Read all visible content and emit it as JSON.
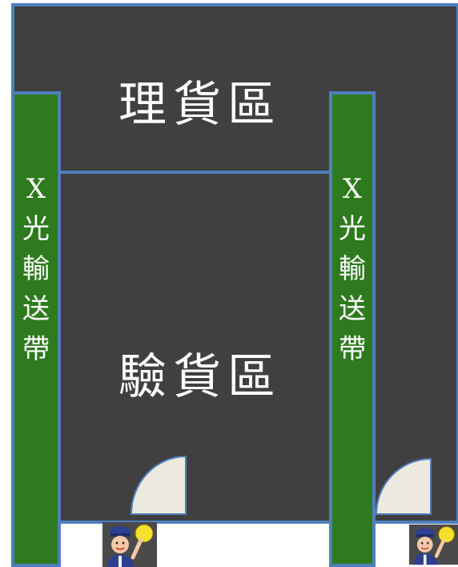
{
  "areas": {
    "sorting_area": {
      "label": "理貨區"
    },
    "inspection_area": {
      "label": "驗貨區"
    }
  },
  "belts": {
    "left": {
      "chars": [
        "X",
        "光",
        "輸",
        "送",
        "帶"
      ]
    },
    "right": {
      "chars": [
        "X",
        "光",
        "輸",
        "送",
        "帶"
      ]
    }
  },
  "colors": {
    "floor": "#404040",
    "wall": "#4f7fbf",
    "belt": "#2e7a1e",
    "door": "#ece9df",
    "label": "#ffffff"
  },
  "icons": {
    "door": "door-swing-icon",
    "guard": "security-guard-icon"
  }
}
